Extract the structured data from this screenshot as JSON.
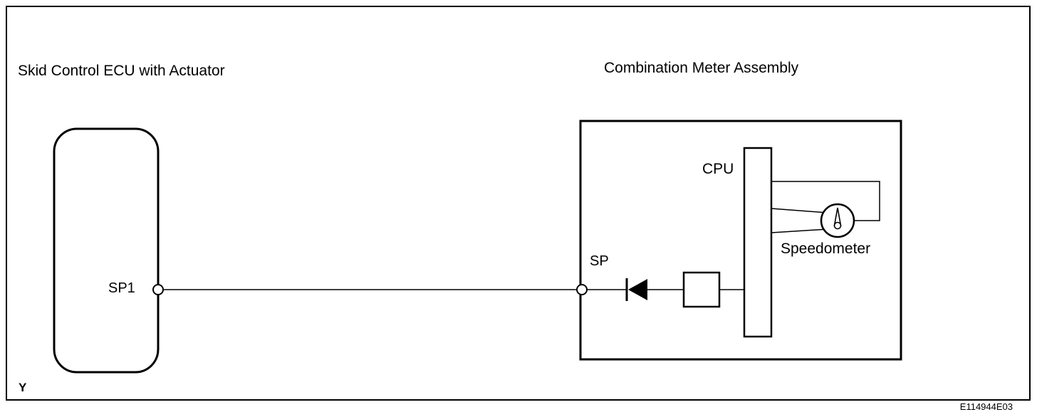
{
  "diagram": {
    "title_left": "Skid Control ECU with Actuator",
    "title_right": "Combination Meter Assembly",
    "terminals": {
      "left_terminal_label": "SP1",
      "right_terminal_label": "SP"
    },
    "components": {
      "cpu_label": "CPU",
      "speedometer_label": "Speedometer"
    },
    "footer": {
      "corner_letter": "Y",
      "figure_code": "E114944E03"
    },
    "colors": {
      "line": "#000000",
      "background": "#ffffff"
    }
  }
}
